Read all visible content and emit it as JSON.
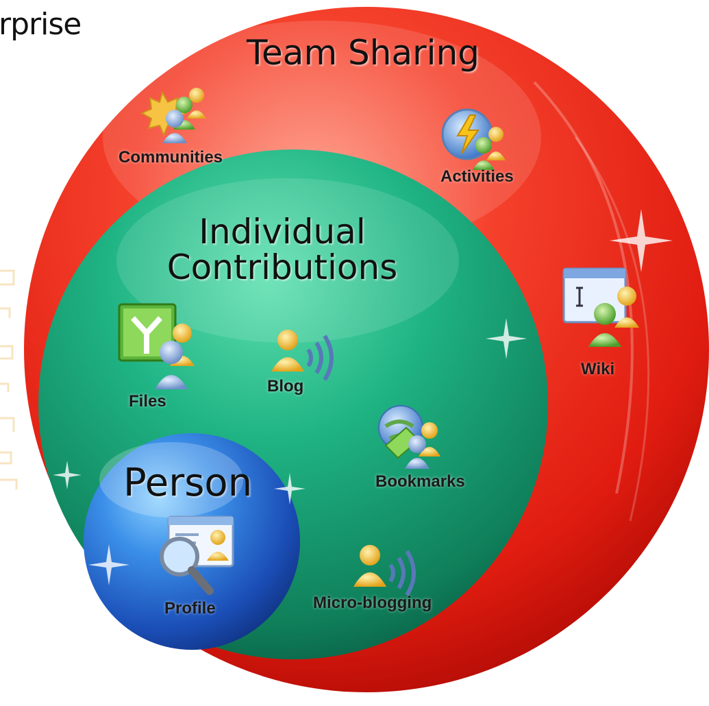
{
  "corner_text": "rprise",
  "rings": {
    "team": {
      "title": "Team Sharing",
      "color": "#ee2a1c"
    },
    "individual": {
      "title_line1": "Individual",
      "title_line2": "Contributions",
      "color": "#1ba57a"
    },
    "person": {
      "title": "Person",
      "color": "#2a6fdc"
    }
  },
  "items": {
    "communities": {
      "label": "Communities",
      "icon": "communities-icon"
    },
    "activities": {
      "label": "Activities",
      "icon": "activities-icon"
    },
    "wiki": {
      "label": "Wiki",
      "icon": "wiki-icon"
    },
    "files": {
      "label": "Files",
      "icon": "files-icon"
    },
    "blog": {
      "label": "Blog",
      "icon": "blog-icon"
    },
    "bookmarks": {
      "label": "Bookmarks",
      "icon": "bookmarks-icon"
    },
    "microblogging": {
      "label": "Micro-blogging",
      "icon": "micro-blogging-icon"
    },
    "profile": {
      "label": "Profile",
      "icon": "profile-icon"
    }
  }
}
